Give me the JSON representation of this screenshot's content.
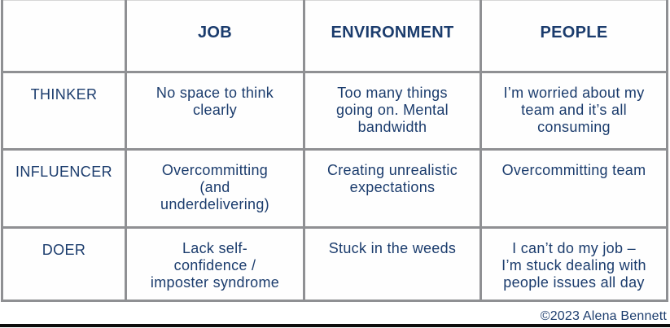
{
  "matrix": {
    "columns": [
      "",
      "JOB",
      "ENVIRONMENT",
      "PEOPLE"
    ],
    "rows": [
      {
        "label": "THINKER",
        "cells": [
          "No space to think\nclearly",
          "Too many things\ngoing on. Mental\nbandwidth",
          "I’m worried about my\nteam and it’s all\nconsuming"
        ]
      },
      {
        "label": "INFLUENCER",
        "cells": [
          "Overcommitting\n(and\nunderdelivering)",
          "Creating unrealistic\nexpectations",
          "Overcommitting team"
        ]
      },
      {
        "label": "DOER",
        "cells": [
          "Lack self-\nconfidence /\nimposter syndrome",
          "Stuck in the weeds",
          "I can’t do my job –\nI’m stuck dealing with\npeople issues all day"
        ]
      }
    ]
  },
  "footer": {
    "credit": "©2023 Alena Bennett"
  },
  "colors": {
    "text_navy": "#1b3c6d",
    "grid_gray": "#8f9093",
    "bottom_bar_black": "#0c0c0c",
    "background": "#ffffff"
  }
}
